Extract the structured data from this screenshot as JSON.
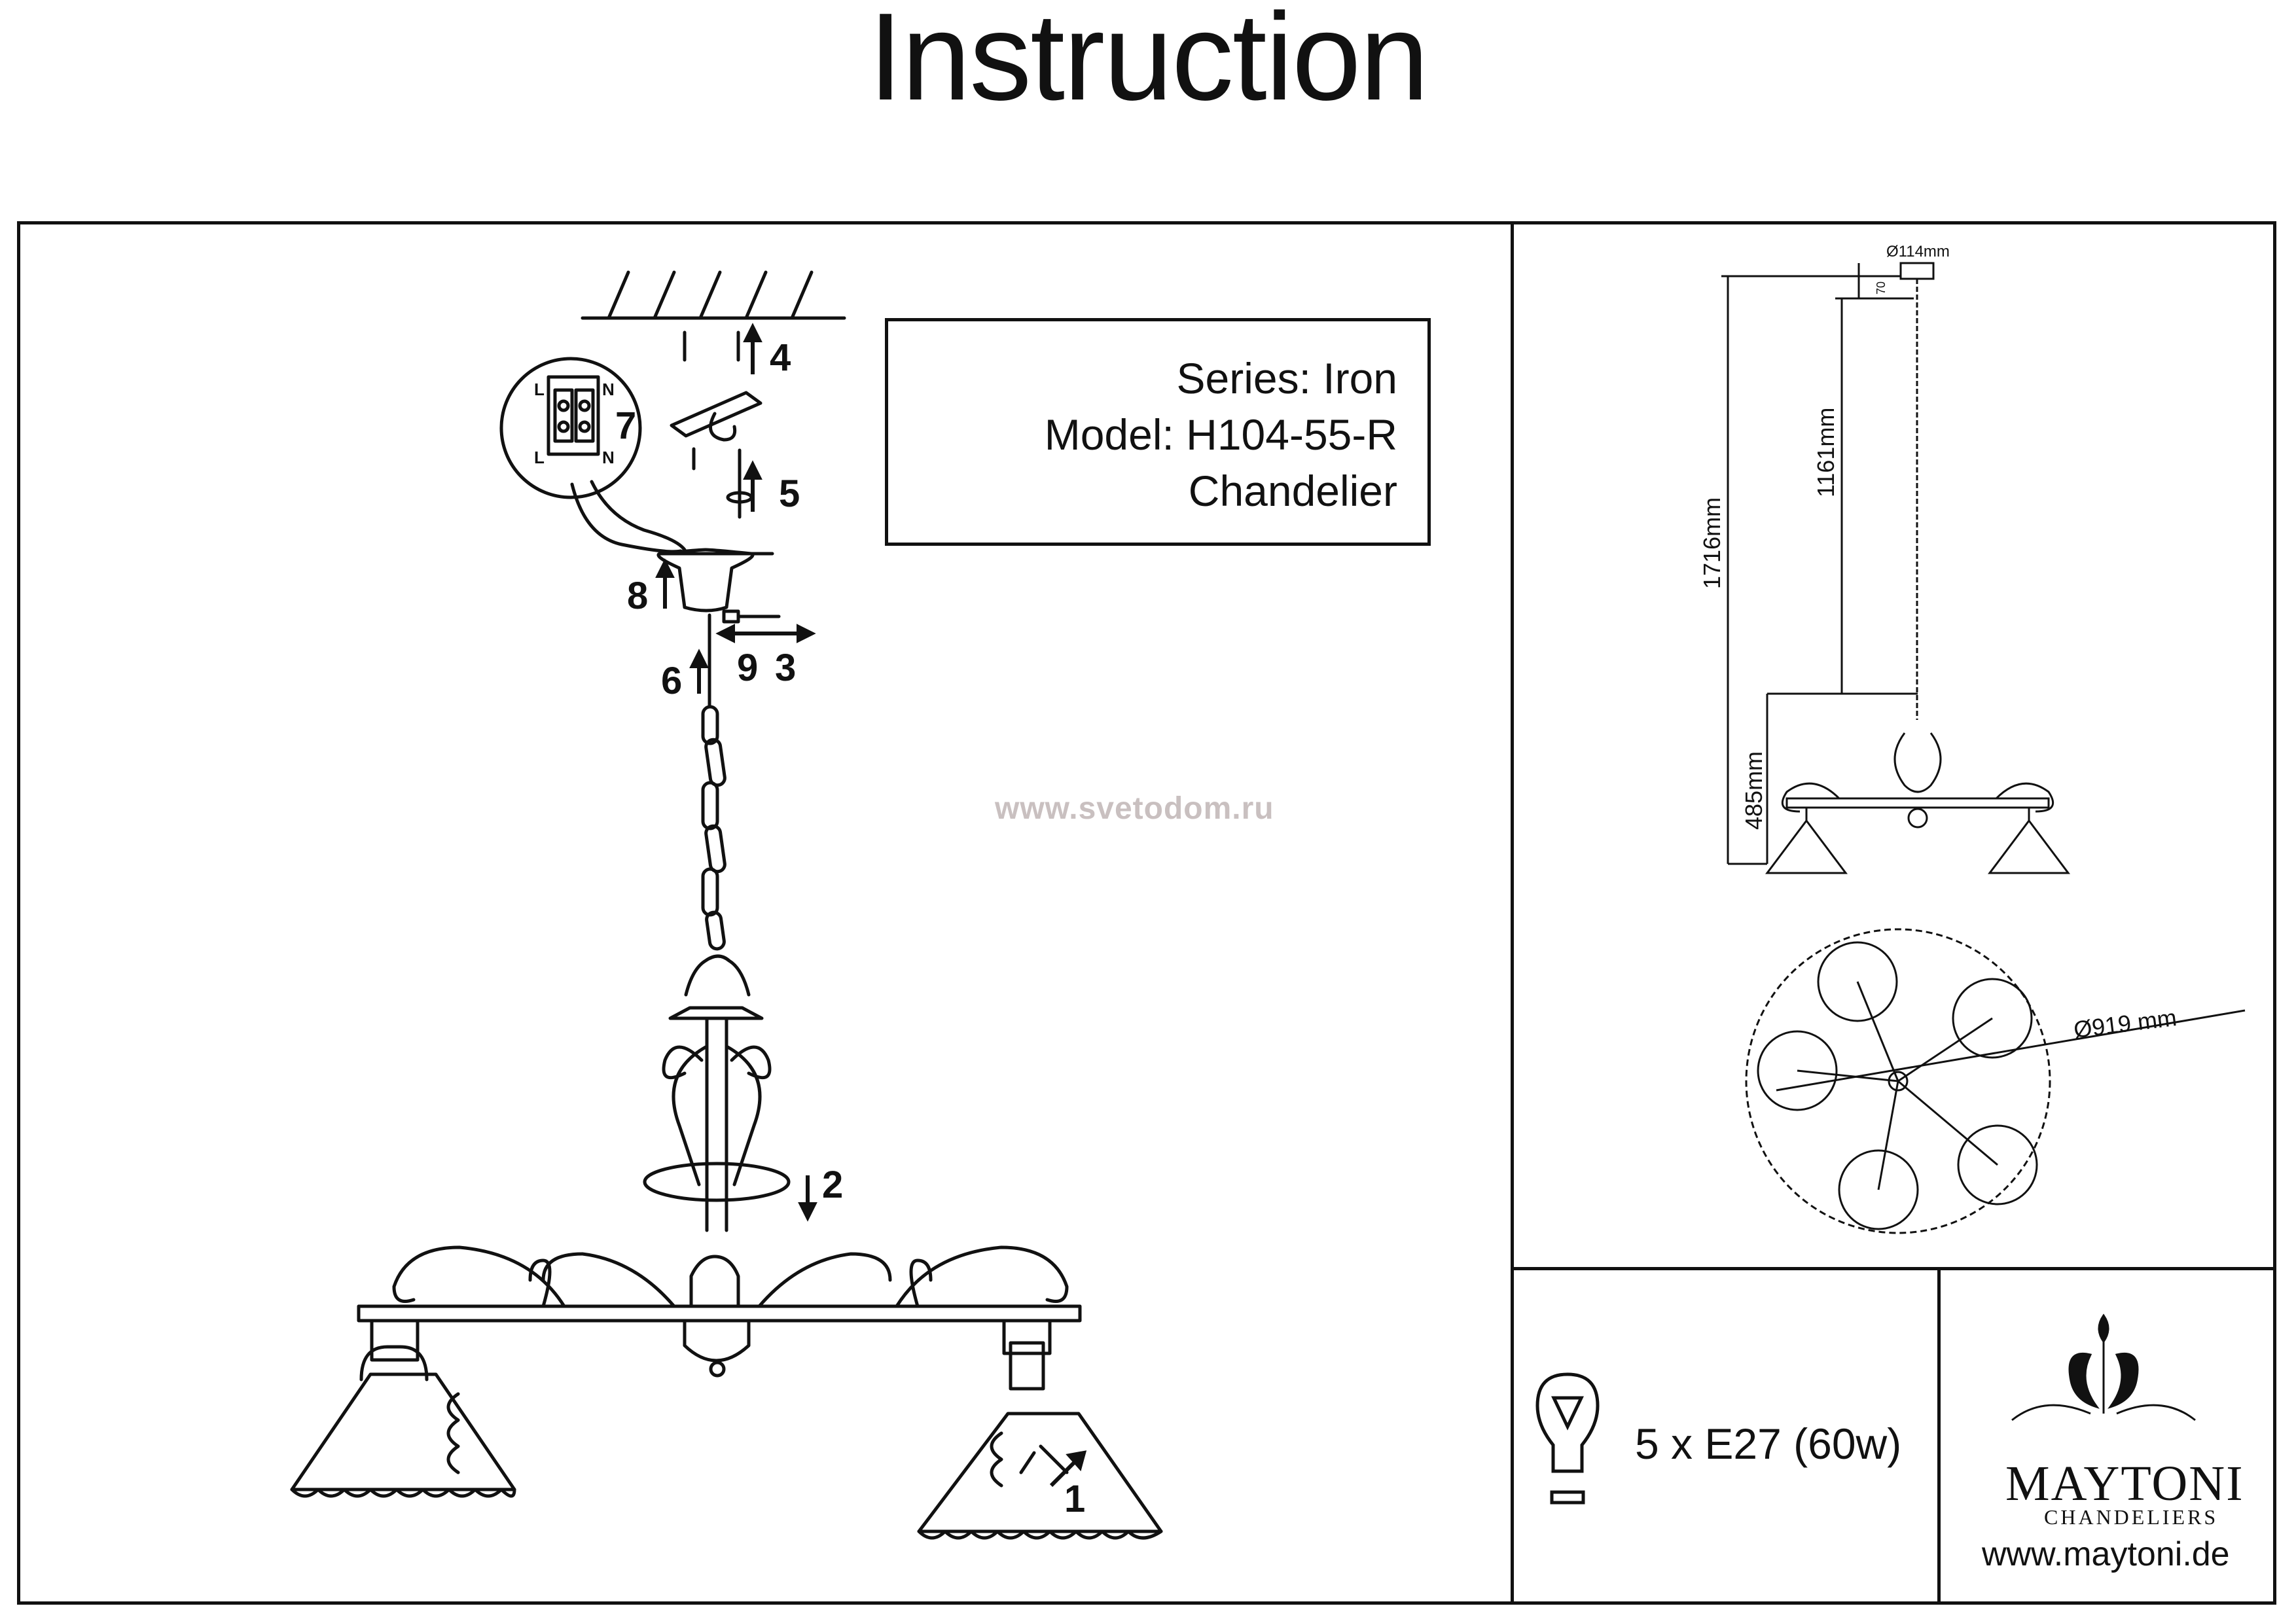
{
  "header": {
    "title": "Instruction"
  },
  "info": {
    "series": "Series: Iron",
    "model": "Model: H104-55-R",
    "type": "Chandelier"
  },
  "watermark": "www.svetodom.ru",
  "steps": [
    "1",
    "2",
    "3",
    "4",
    "5",
    "6",
    "7",
    "8",
    "9"
  ],
  "wiring": {
    "l": "L",
    "n": "N"
  },
  "dimensions": {
    "canopy_diameter": "Ø114mm",
    "canopy_height": "70",
    "total_height": "1716mm",
    "chain_height": "1161mm",
    "body_height": "485mm",
    "diameter": "Ø919 mm"
  },
  "bulb": {
    "spec": "5 x E27 (60w)"
  },
  "brand": {
    "name": "MAYTONI",
    "sub": "CHANDELIERS",
    "website": "www.maytoni.de"
  }
}
